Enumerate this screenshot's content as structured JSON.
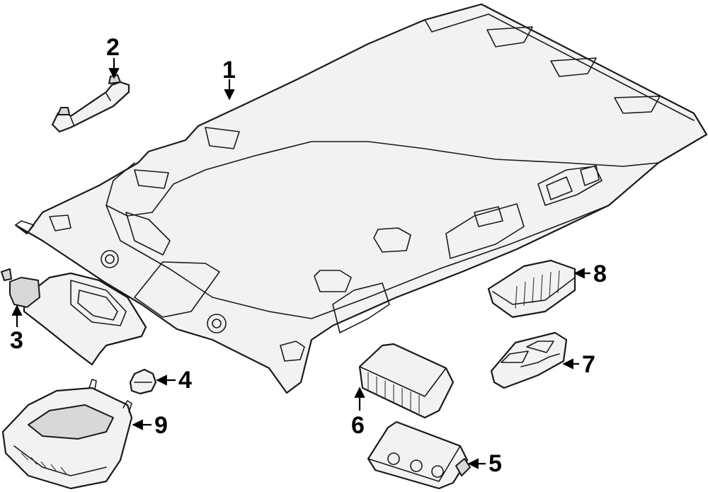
{
  "callouts": [
    {
      "id": "1",
      "label": "1"
    },
    {
      "id": "2",
      "label": "2"
    },
    {
      "id": "3",
      "label": "3"
    },
    {
      "id": "4",
      "label": "4"
    },
    {
      "id": "5",
      "label": "5"
    },
    {
      "id": "6",
      "label": "6"
    },
    {
      "id": "7",
      "label": "7"
    },
    {
      "id": "8",
      "label": "8"
    },
    {
      "id": "9",
      "label": "9"
    }
  ],
  "colors": {
    "line": "#1a1a1a",
    "fill": "#f2f2f2",
    "background": "#ffffff"
  }
}
